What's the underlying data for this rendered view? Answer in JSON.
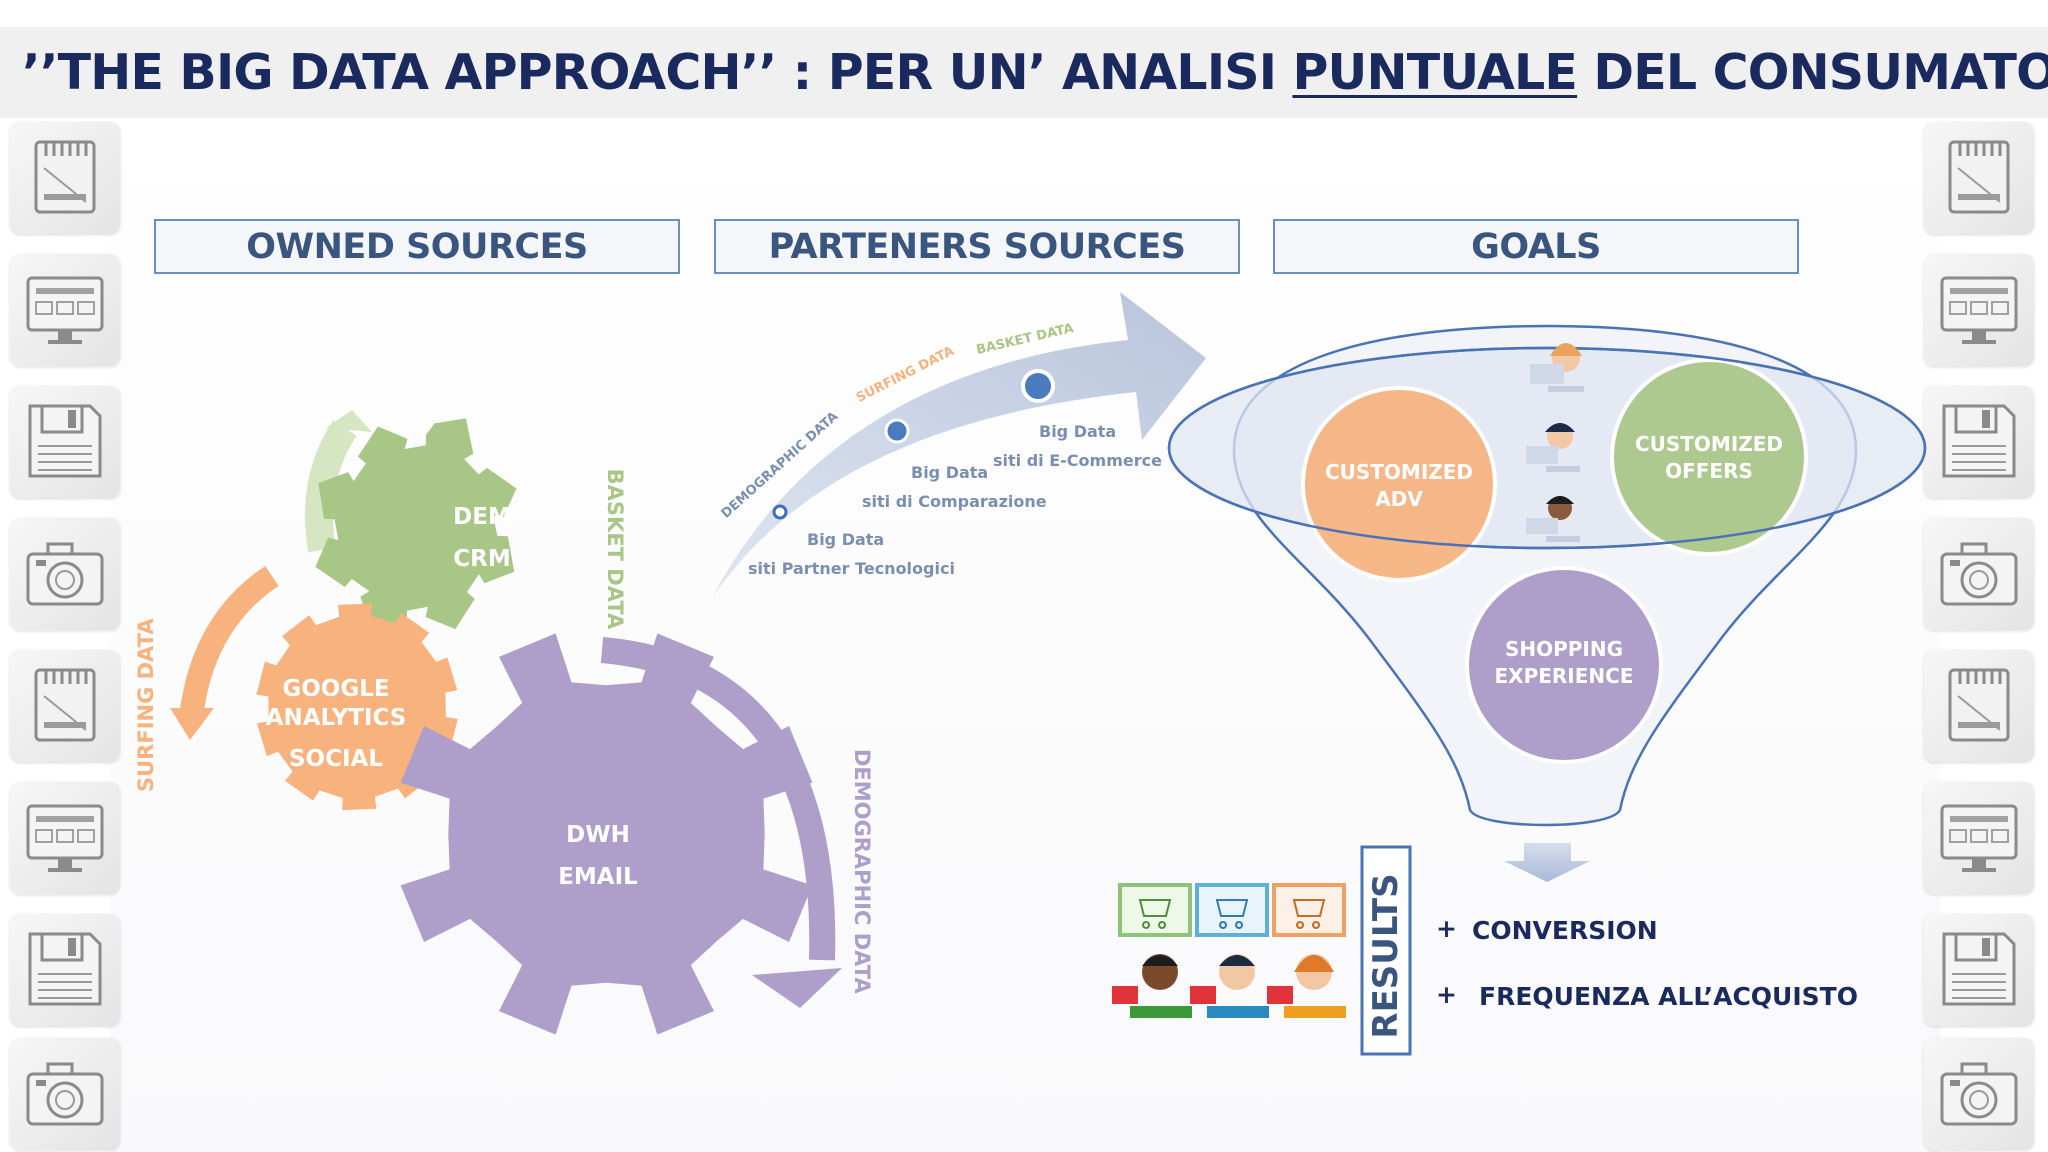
{
  "title": {
    "part1": "’’THE BIG DATA APPROACH’’ : PER UN’ ANALISI ",
    "underlined": "PUNTUALE",
    "part2": " DEL CONSUMATORE"
  },
  "sections": {
    "owned": "OWNED SOURCES",
    "partners": "PARTENERS SOURCES",
    "goals": "GOALS"
  },
  "gears": {
    "green": {
      "line1": "DEM",
      "line2": "CRM"
    },
    "orange": {
      "line1": "GOOGLE",
      "line2": "ANALYTICS",
      "line3": "SOCIAL"
    },
    "purple": {
      "line1": "DWH",
      "line2": "EMAIL"
    }
  },
  "cycle_labels": {
    "basket": "BASKET DATA",
    "surfing": "SURFING DATA",
    "demographic": "DEMOGRAPHIC DATA"
  },
  "partner_flow": {
    "arc_labels": {
      "demographic": "DEMOGRAPHIC DATA",
      "surfing": "SURFING DATA",
      "basket": "BASKET DATA"
    },
    "points": [
      {
        "title": "Big Data",
        "subtitle": "siti Partner Tecnologici"
      },
      {
        "title": "Big Data",
        "subtitle": "siti di Comparazione"
      },
      {
        "title": "Big Data",
        "subtitle": "siti  di E-Commerce"
      }
    ]
  },
  "funnel": {
    "adv": {
      "line1": "CUSTOMIZED",
      "line2": "ADV"
    },
    "offers": {
      "line1": "CUSTOMIZED",
      "line2": "OFFERS"
    },
    "shopping": {
      "line1": "SHOPPING",
      "line2": "EXPERIENCE"
    }
  },
  "results": {
    "label": "RESULTS",
    "items": [
      {
        "sign": "+",
        "text": "CONVERSION"
      },
      {
        "sign": "+",
        "text": "FREQUENZA ALL’ACQUISTO"
      }
    ]
  },
  "colors": {
    "title": "#1b2a5e",
    "header_border": "#6a8cc8",
    "green": "#a8c686",
    "orange": "#f7b27e",
    "purple": "#ad9fc9",
    "flow": "#c7d0e3"
  },
  "side_icon_types": [
    "sd-card-icon",
    "monitor-icon",
    "floppy-icon",
    "camera-icon",
    "sd-card-icon",
    "monitor-icon",
    "floppy-icon",
    "camera-icon"
  ]
}
